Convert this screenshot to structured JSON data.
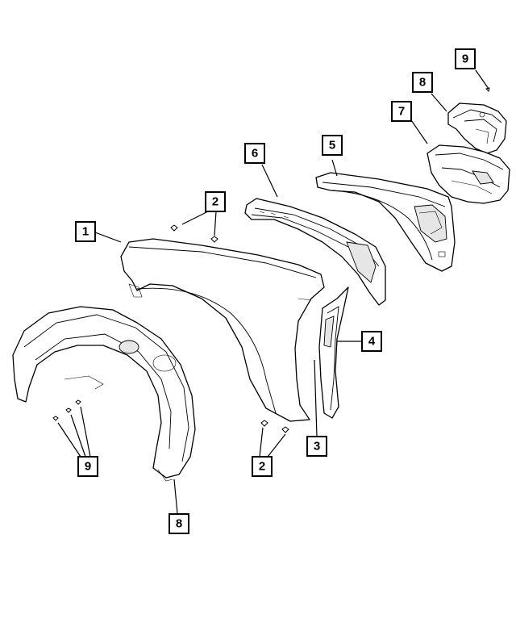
{
  "callouts": [
    {
      "id": "c1",
      "label": "1"
    },
    {
      "id": "c2a",
      "label": "2"
    },
    {
      "id": "c2b",
      "label": "2"
    },
    {
      "id": "c3",
      "label": "3"
    },
    {
      "id": "c4",
      "label": "4"
    },
    {
      "id": "c5",
      "label": "5"
    },
    {
      "id": "c6",
      "label": "6"
    },
    {
      "id": "c7",
      "label": "7"
    },
    {
      "id": "c8a",
      "label": "8"
    },
    {
      "id": "c8b",
      "label": "8"
    },
    {
      "id": "c9a",
      "label": "9"
    },
    {
      "id": "c9b",
      "label": "9"
    }
  ]
}
